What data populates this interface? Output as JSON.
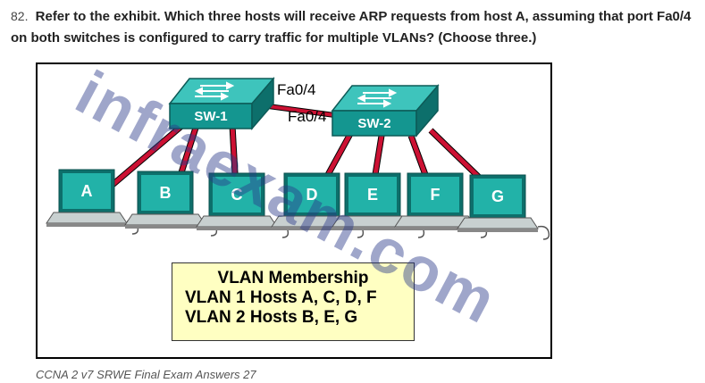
{
  "question": {
    "number": "82.",
    "text": "Refer to the exhibit. Which three hosts will receive ARP requests from host A, assuming that port Fa0/4 on both switches is configured to carry traffic for multiple VLANs? (Choose three.)"
  },
  "diagram": {
    "switches": [
      {
        "id": "sw1",
        "label": "SW-1"
      },
      {
        "id": "sw2",
        "label": "SW-2"
      }
    ],
    "trunk_ports": {
      "sw1_port": "Fa0/4",
      "sw2_port": "Fa0/4"
    },
    "hosts": [
      "A",
      "B",
      "C",
      "D",
      "E",
      "F",
      "G"
    ],
    "colors": {
      "switch": "#1aa09a",
      "switch_dark": "#0d6f6b",
      "link": "#cc1133",
      "host_screen": "#20a8a0",
      "legend_bg": "#ffffc2"
    }
  },
  "legend": {
    "title": "VLAN Membership",
    "line1": "VLAN 1 Hosts A, C, D, F",
    "line2": "VLAN 2 Hosts B, E, G"
  },
  "watermark": "infraexam.com",
  "caption": "CCNA 2 v7 SRWE Final Exam Answers 27"
}
